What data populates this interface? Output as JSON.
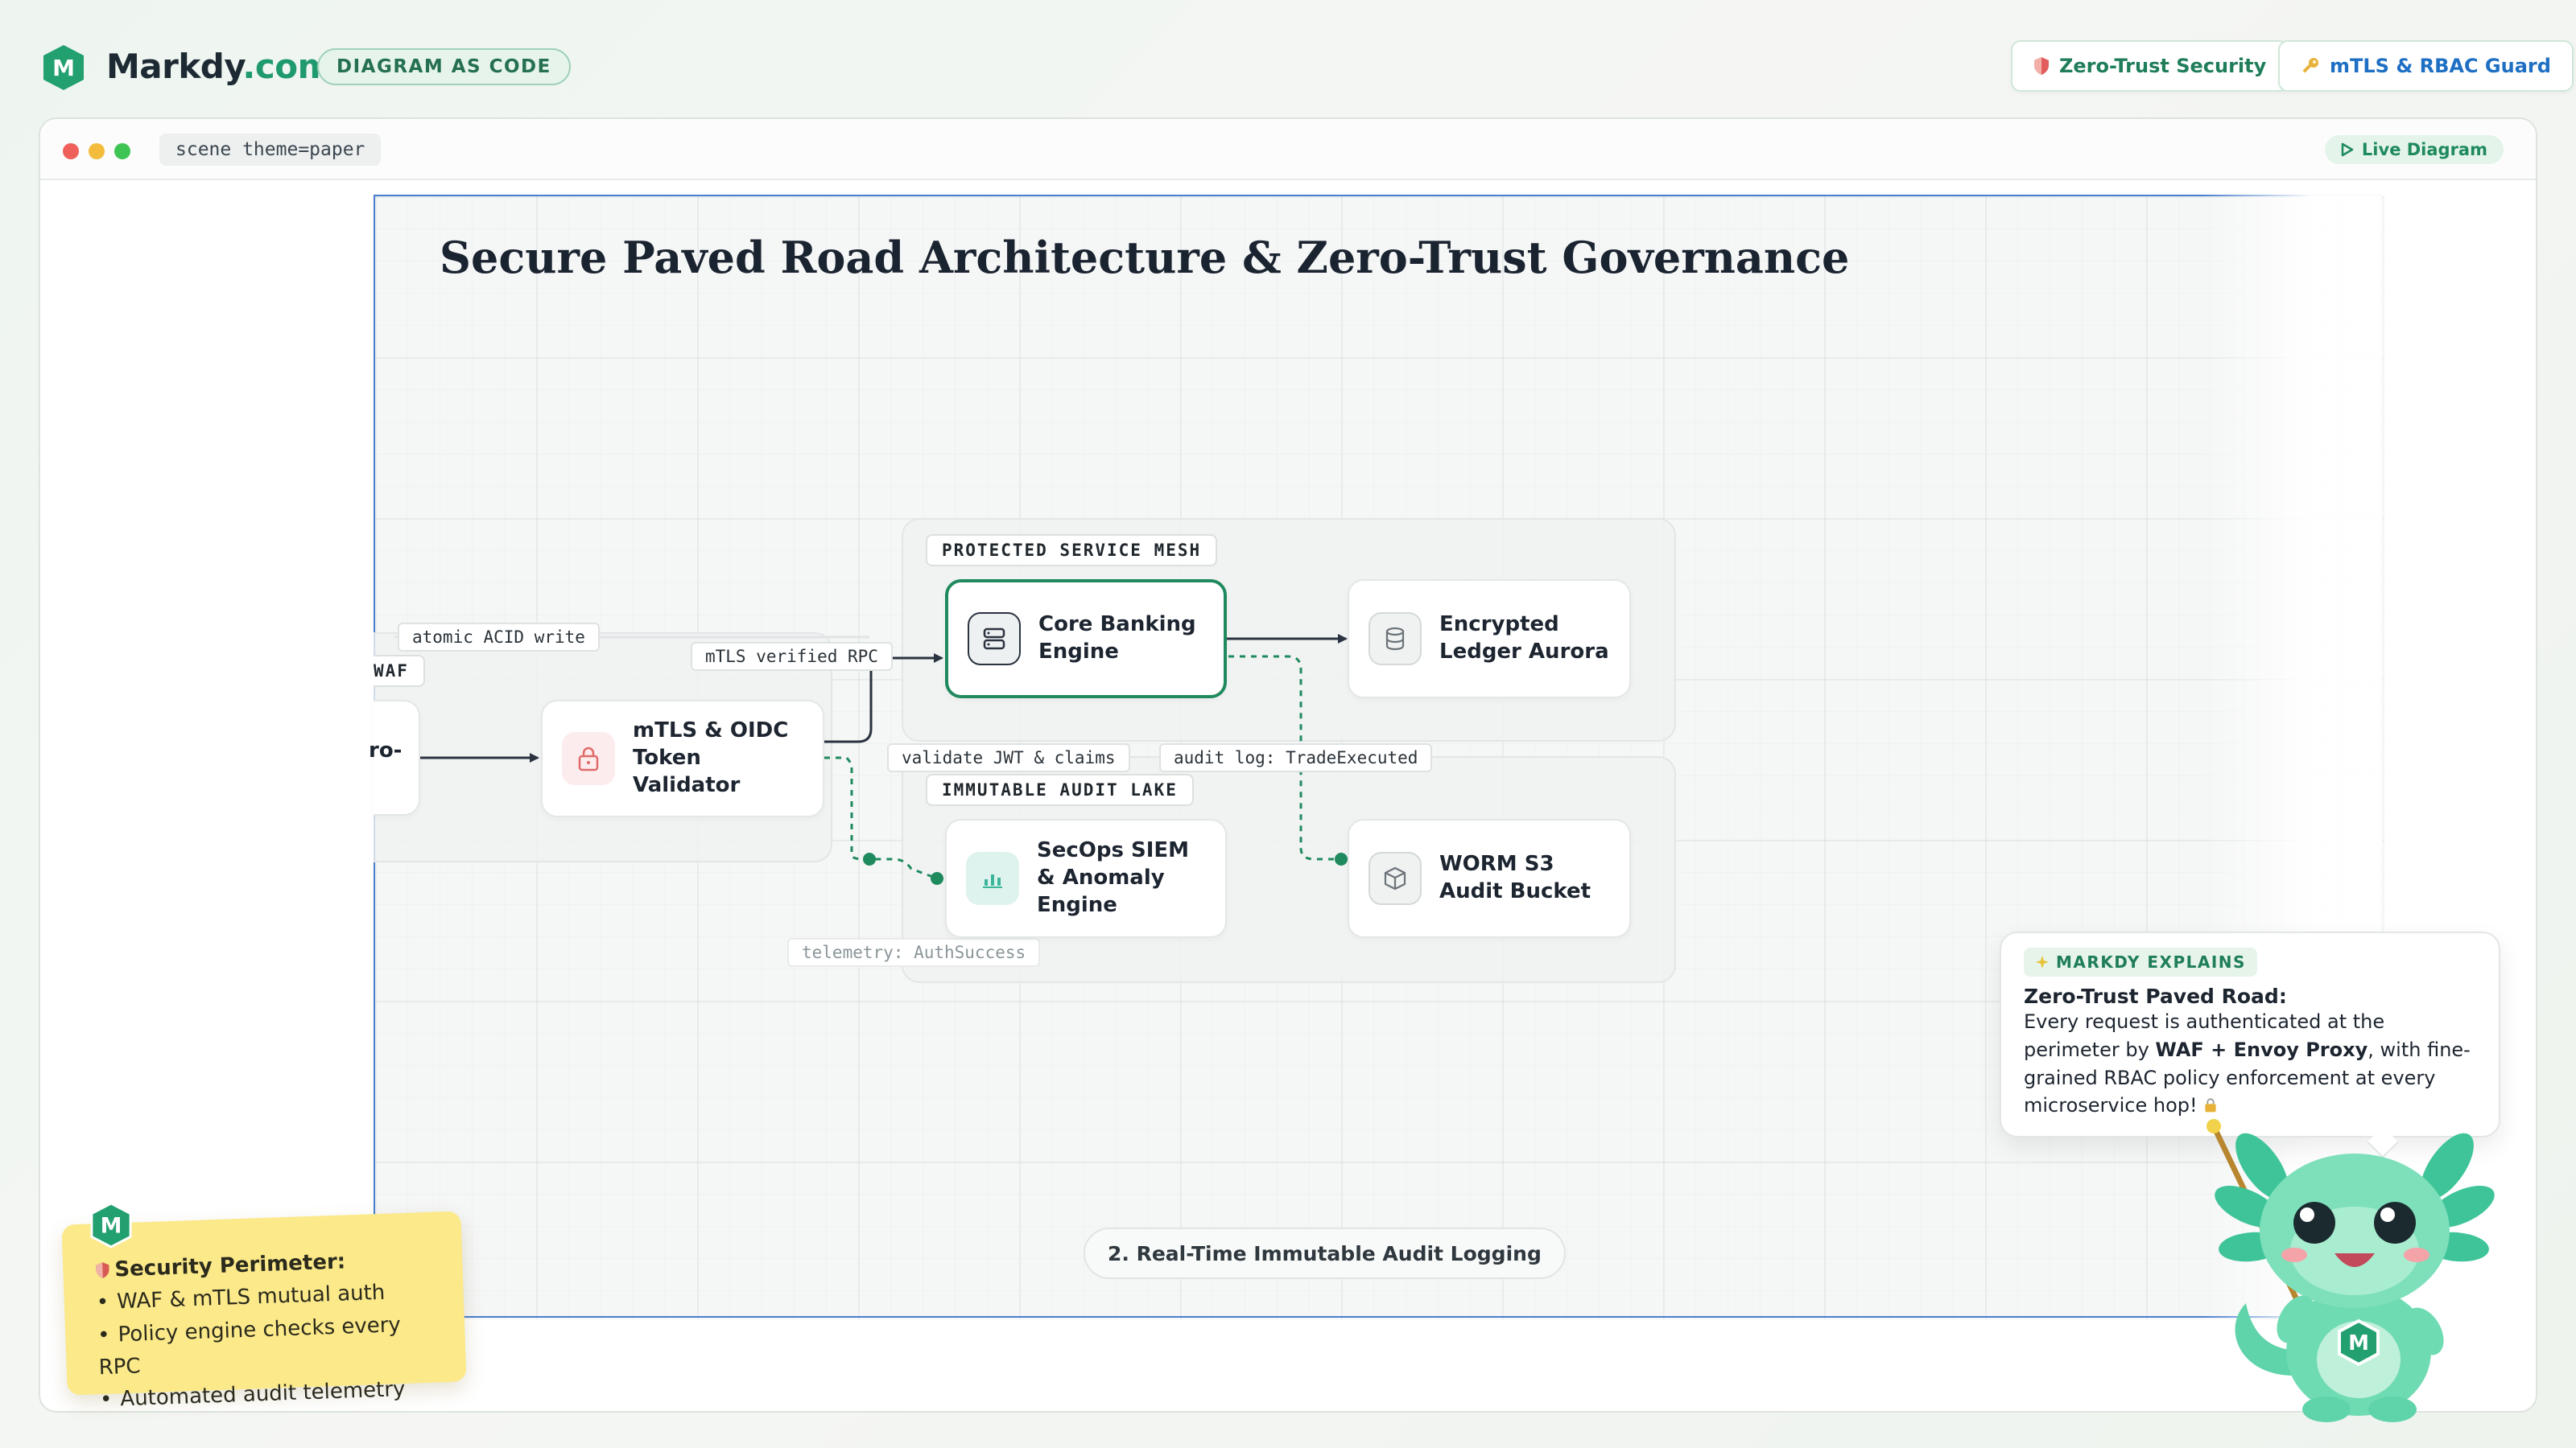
{
  "header": {
    "brand_name": "Markdy",
    "brand_tld": ".com",
    "badge": "DIAGRAM AS CODE",
    "pills": [
      {
        "icon": "shield-icon",
        "label": "Zero-Trust Security"
      },
      {
        "icon": "key-icon",
        "label": "mTLS & RBAC Guard"
      }
    ]
  },
  "window": {
    "scene_tag": "scene theme=paper",
    "live_label": "Live Diagram"
  },
  "diagram": {
    "title": "Secure Paved Road Architecture & Zero-Trust Governance",
    "groups": {
      "mesh": "PROTECTED SERVICE MESH",
      "audit": "IMMUTABLE AUDIT LAKE",
      "edge_partial": "WAF"
    },
    "nodes": {
      "partial": "ro-",
      "validator": "mTLS & OIDC Token Validator",
      "core": "Core Banking Engine",
      "ledger": "Encrypted Ledger Aurora",
      "siem": "SecOps SIEM & Anomaly Engine",
      "worm": "WORM S3 Audit Bucket"
    },
    "edges": {
      "atomic": "atomic ACID write",
      "rpc": "mTLS verified RPC",
      "jwt": "validate JWT & claims",
      "audit_log": "audit log: TradeExecuted",
      "telemetry": "telemetry: AuthSuccess"
    },
    "step": "2. Real-Time Immutable Audit Logging"
  },
  "sticky": {
    "title": "Security Perimeter:",
    "items": [
      "WAF & mTLS mutual auth",
      "Policy engine checks every RPC",
      "Automated audit telemetry"
    ]
  },
  "explain": {
    "tag": "MARKDY EXPLAINS",
    "title": "Zero-Trust Paved Road:",
    "body_1": "Every request is authenticated at the perimeter by ",
    "body_bold_1": "WAF + Envoy Proxy",
    "body_2": ", with fine-grained RBAC policy enforcement at every microservice hop!"
  },
  "colors": {
    "brand_green": "#1f9a6e",
    "accent_blue": "#1e6fc4",
    "sticky_yellow": "#fbe98a",
    "audit_dashed": "#1f8a5d"
  }
}
